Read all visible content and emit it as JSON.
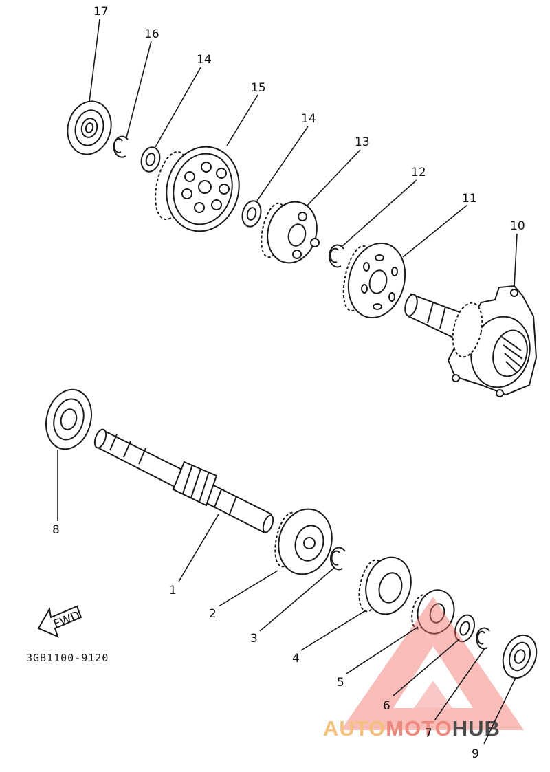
{
  "diagram": {
    "part_code": "3GB1100-9120",
    "direction_arrow": "FWD",
    "labels": {
      "l1": "1",
      "l2": "2",
      "l3": "3",
      "l4": "4",
      "l5": "5",
      "l6": "6",
      "l7": "7",
      "l8": "8",
      "l9": "9",
      "l10": "10",
      "l11": "11",
      "l12": "12",
      "l13": "13",
      "l14a": "14",
      "l14b": "14",
      "l15": "15",
      "l16": "16",
      "l17": "17"
    }
  },
  "watermark": {
    "text_a": "AUTO",
    "text_b": "MOTO",
    "text_c": "HUB",
    "color_a": "#F2B766",
    "color_b": "#E97468",
    "color_c": "#2B2B2B",
    "triangle_color": "#EE6F6A"
  }
}
